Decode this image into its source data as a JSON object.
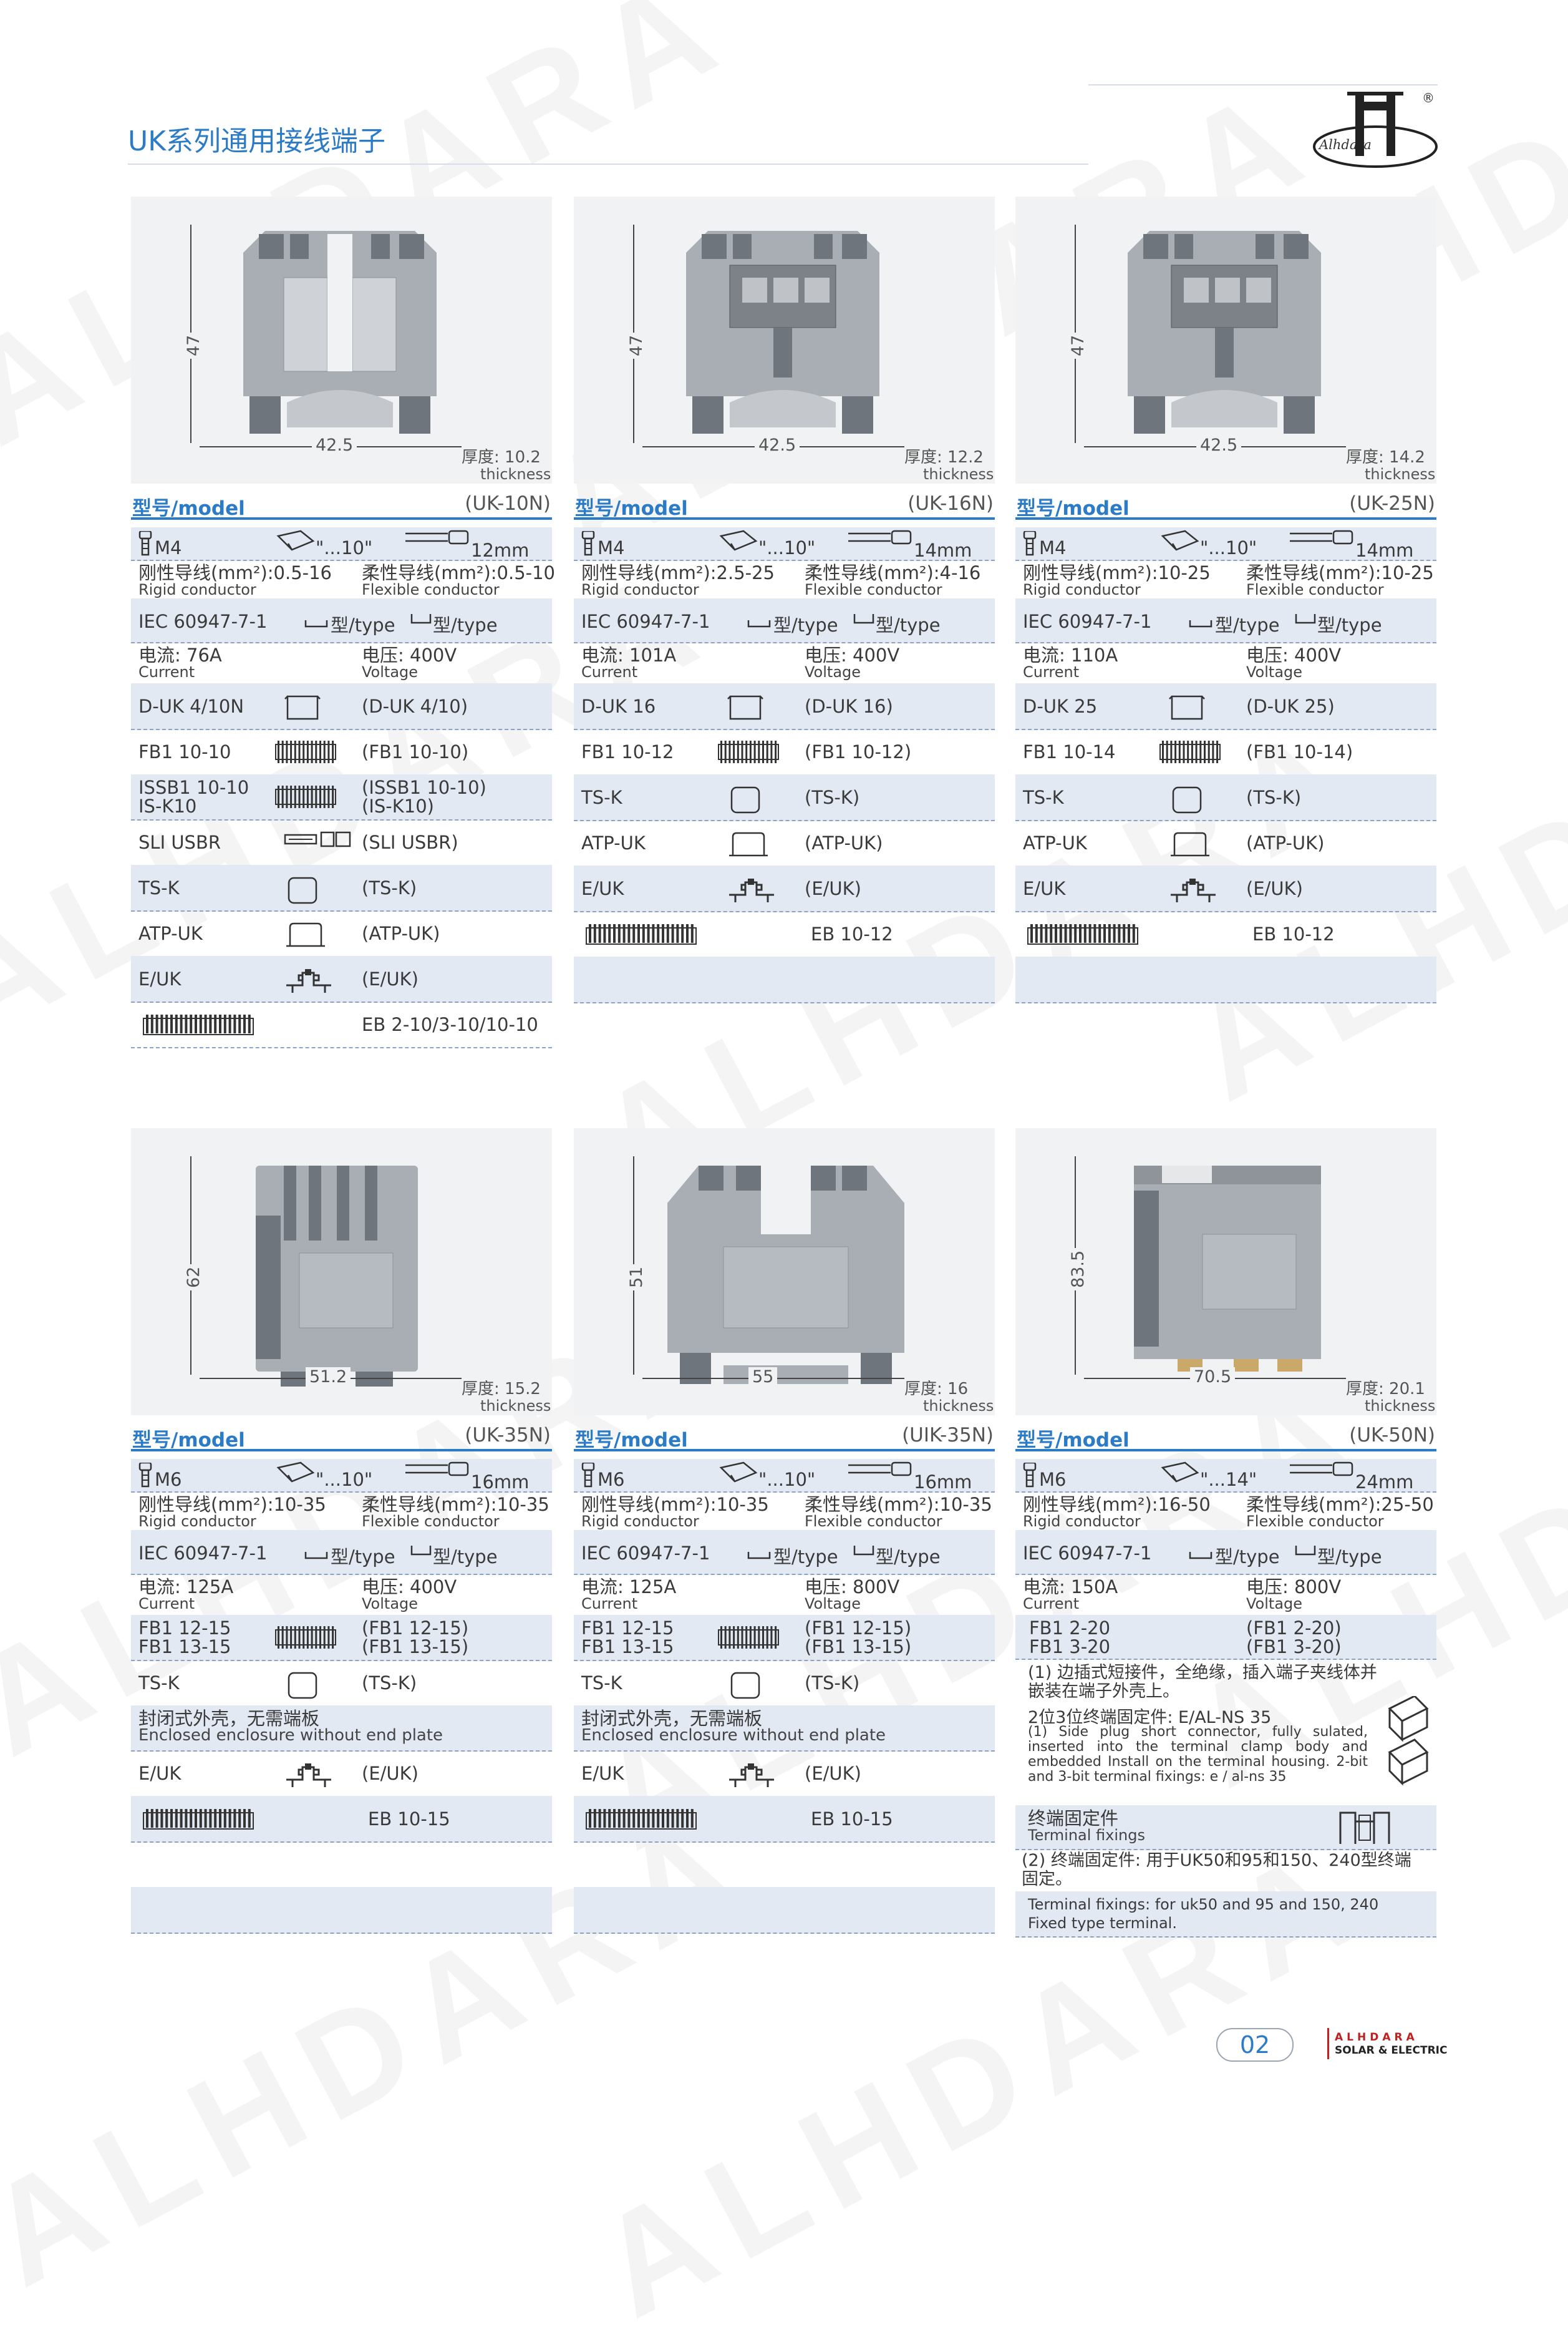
{
  "page": {
    "title": "UK系列通用接线端子",
    "page_number": "02",
    "brand_line1": "ALHDARA",
    "brand_line2": "SOLAR & ELECTRIC",
    "watermark": "ALHDARA",
    "logo_text": "Alhdara",
    "registered": "®",
    "accent_color": "#2c7bc6"
  },
  "cards": [
    {
      "model_label": "型号/model",
      "model_code": "(UK-10N)",
      "height": "47",
      "width": "42.5",
      "thickness_cn": "厚度: 10.2",
      "thickness_en": "thickness",
      "screw": "M4",
      "gauge": "\"...10\"",
      "strip": "12mm",
      "rigid_cn": "刚性导线(mm²):0.5-16",
      "rigid_en": "Rigid conductor",
      "flex_cn": "柔性导线(mm²):0.5-10",
      "flex_en": "Flexible conductor",
      "standard": "IEC 60947-7-1",
      "type1": "型/type",
      "type2": "型/type",
      "current_cn": "电流: 76A",
      "current_en": "Current",
      "voltage_cn": "电压: 400V",
      "voltage_en": "Voltage",
      "acc": [
        {
          "left": "D-UK 4/10N",
          "right": "(D-UK 4/10)",
          "icon": "end-plate-icon"
        },
        {
          "left": "FB1 10-10",
          "right": "(FB1 10-10)",
          "icon": "jumper-bar-icon"
        },
        {
          "left": "ISSB1 10-10\nIS-K10",
          "right": "(ISSB1 10-10)\n(IS-K10)",
          "icon": "jumper-bar-icon"
        },
        {
          "left": "SLI USBR",
          "right": "(SLI USBR)",
          "icon": "switch-link-icon"
        },
        {
          "left": "TS-K",
          "right": "(TS-K)",
          "icon": "partition-icon"
        },
        {
          "left": "ATP-UK",
          "right": "(ATP-UK)",
          "icon": "separator-plate-icon"
        },
        {
          "left": "E/UK",
          "right": "(E/UK)",
          "icon": "end-bracket-icon"
        },
        {
          "left": "",
          "right": "EB 2-10/3-10/10-10",
          "icon": "marker-strip-icon"
        }
      ]
    },
    {
      "model_label": "型号/model",
      "model_code": "(UK-16N)",
      "height": "47",
      "width": "42.5",
      "thickness_cn": "厚度: 12.2",
      "thickness_en": "thickness",
      "screw": "M4",
      "gauge": "\"...10\"",
      "strip": "14mm",
      "rigid_cn": "刚性导线(mm²):2.5-25",
      "rigid_en": "Rigid conductor",
      "flex_cn": "柔性导线(mm²):4-16",
      "flex_en": "Flexible conductor",
      "standard": "IEC 60947-7-1",
      "type1": "型/type",
      "type2": "型/type",
      "current_cn": "电流: 101A",
      "current_en": "Current",
      "voltage_cn": "电压: 400V",
      "voltage_en": "Voltage",
      "acc": [
        {
          "left": "D-UK 16",
          "right": "(D-UK 16)",
          "icon": "end-plate-icon"
        },
        {
          "left": "FB1 10-12",
          "right": "(FB1 10-12)",
          "icon": "jumper-bar-icon"
        },
        {
          "left": "TS-K",
          "right": "(TS-K)",
          "icon": "partition-icon"
        },
        {
          "left": "ATP-UK",
          "right": "(ATP-UK)",
          "icon": "separator-plate-icon"
        },
        {
          "left": "E/UK",
          "right": "(E/UK)",
          "icon": "end-bracket-icon"
        },
        {
          "left": "",
          "right": "EB 10-12",
          "icon": "marker-strip-icon"
        },
        {
          "left": "",
          "right": "",
          "icon": ""
        }
      ]
    },
    {
      "model_label": "型号/model",
      "model_code": "(UK-25N)",
      "height": "47",
      "width": "42.5",
      "thickness_cn": "厚度: 14.2",
      "thickness_en": "thickness",
      "screw": "M4",
      "gauge": "\"...10\"",
      "strip": "14mm",
      "rigid_cn": "刚性导线(mm²):10-25",
      "rigid_en": "Rigid conductor",
      "flex_cn": "柔性导线(mm²):10-25",
      "flex_en": "Flexible conductor",
      "standard": "IEC 60947-7-1",
      "type1": "型/type",
      "type2": "型/type",
      "current_cn": "电流: 110A",
      "current_en": "Current",
      "voltage_cn": "电压: 400V",
      "voltage_en": "Voltage",
      "acc": [
        {
          "left": "D-UK 25",
          "right": "(D-UK 25)",
          "icon": "end-plate-icon"
        },
        {
          "left": "FB1 10-14",
          "right": "(FB1 10-14)",
          "icon": "jumper-bar-icon"
        },
        {
          "left": "TS-K",
          "right": "(TS-K)",
          "icon": "partition-icon"
        },
        {
          "left": "ATP-UK",
          "right": "(ATP-UK)",
          "icon": "separator-plate-icon"
        },
        {
          "left": "E/UK",
          "right": "(E/UK)",
          "icon": "end-bracket-icon"
        },
        {
          "left": "",
          "right": "EB 10-12",
          "icon": "marker-strip-icon"
        },
        {
          "left": "",
          "right": "",
          "icon": ""
        }
      ]
    },
    {
      "model_label": "型号/model",
      "model_code": "(UK-35N)",
      "height": "62",
      "width": "51.2",
      "thickness_cn": "厚度: 15.2",
      "thickness_en": "thickness",
      "screw": "M6",
      "gauge": "\"...10\"",
      "strip": "16mm",
      "rigid_cn": "刚性导线(mm²):10-35",
      "rigid_en": "Rigid conductor",
      "flex_cn": "柔性导线(mm²):10-35",
      "flex_en": "Flexible conductor",
      "standard": "IEC 60947-7-1",
      "type1": "型/type",
      "type2": "型/type",
      "current_cn": "电流: 125A",
      "current_en": "Current",
      "voltage_cn": "电压: 400V",
      "voltage_en": "Voltage",
      "acc": [
        {
          "left": "FB1 12-15\nFB1 13-15",
          "right": "(FB1 12-15)\n(FB1 13-15)",
          "icon": "jumper-bar-icon"
        },
        {
          "left": "TS-K",
          "right": "(TS-K)",
          "icon": "partition-icon"
        },
        {
          "left": "封闭式外壳，无需端板\nEnclosed enclosure without end plate",
          "right": "",
          "icon": ""
        },
        {
          "left": "E/UK",
          "right": "(E/UK)",
          "icon": "end-bracket-icon"
        },
        {
          "left": "",
          "right": "EB 10-15",
          "icon": "marker-strip-icon"
        },
        {
          "left": "",
          "right": "",
          "icon": ""
        },
        {
          "left": "",
          "right": "",
          "icon": ""
        }
      ]
    },
    {
      "model_label": "型号/model",
      "model_code": "(UIK-35N)",
      "height": "51",
      "width": "55",
      "thickness_cn": "厚度: 16",
      "thickness_en": "thickness",
      "screw": "M6",
      "gauge": "\"...10\"",
      "strip": "16mm",
      "rigid_cn": "刚性导线(mm²):10-35",
      "rigid_en": "Rigid conductor",
      "flex_cn": "柔性导线(mm²):10-35",
      "flex_en": "Flexible conductor",
      "standard": "IEC 60947-7-1",
      "type1": "型/type",
      "type2": "型/type",
      "current_cn": "电流: 125A",
      "current_en": "Current",
      "voltage_cn": "电压: 800V",
      "voltage_en": "Voltage",
      "acc": [
        {
          "left": "FB1 12-15\nFB1 13-15",
          "right": "(FB1 12-15)\n(FB1 13-15)",
          "icon": "jumper-bar-icon"
        },
        {
          "left": "TS-K",
          "right": "(TS-K)",
          "icon": "partition-icon"
        },
        {
          "left": "封闭式外壳，无需端板\nEnclosed enclosure without end plate",
          "right": "",
          "icon": ""
        },
        {
          "left": "E/UK",
          "right": "(E/UK)",
          "icon": "end-bracket-icon"
        },
        {
          "left": "",
          "right": "EB 10-15",
          "icon": "marker-strip-icon"
        },
        {
          "left": "",
          "right": "",
          "icon": ""
        },
        {
          "left": "",
          "right": "",
          "icon": ""
        }
      ]
    },
    {
      "model_label": "型号/model",
      "model_code": "(UK-50N)",
      "height": "83.5",
      "width": "70.5",
      "thickness_cn": "厚度: 20.1",
      "thickness_en": "thickness",
      "screw": "M6",
      "gauge": "\"...14\"",
      "strip": "24mm",
      "rigid_cn": "刚性导线(mm²):16-50",
      "rigid_en": "Rigid conductor",
      "flex_cn": "柔性导线(mm²):25-50",
      "flex_en": "Flexible conductor",
      "standard": "IEC 60947-7-1",
      "type1": "型/type",
      "type2": "型/type",
      "current_cn": "电流: 150A",
      "current_en": "Current",
      "voltage_cn": "电压: 800V",
      "voltage_en": "Voltage",
      "fb_left": "FB1 2-20\nFB1 3-20",
      "fb_right": "(FB1 2-20)\n(FB1 3-20)",
      "note1_cn": "(1) 边插式短接件，全绝缘，插入端子夹线体并嵌装在端子外壳上。",
      "note1_fix": "2位3位终端固定件: E/AL-NS 35",
      "note1_en": "(1) Side plug short connector, fully sulated, inserted into the terminal clamp body and embedded Install on the terminal housing. 2-bit and 3-bit terminal fixings: e / al-ns 35",
      "fix_cn": "终端固定件",
      "fix_en": "Terminal fixings",
      "note2_cn": "(2) 终端固定件: 用于UK50和95和150、240型终端固定。",
      "note2_en": "Terminal fixings: for uk50 and 95 and 150, 240 Fixed type terminal."
    }
  ]
}
